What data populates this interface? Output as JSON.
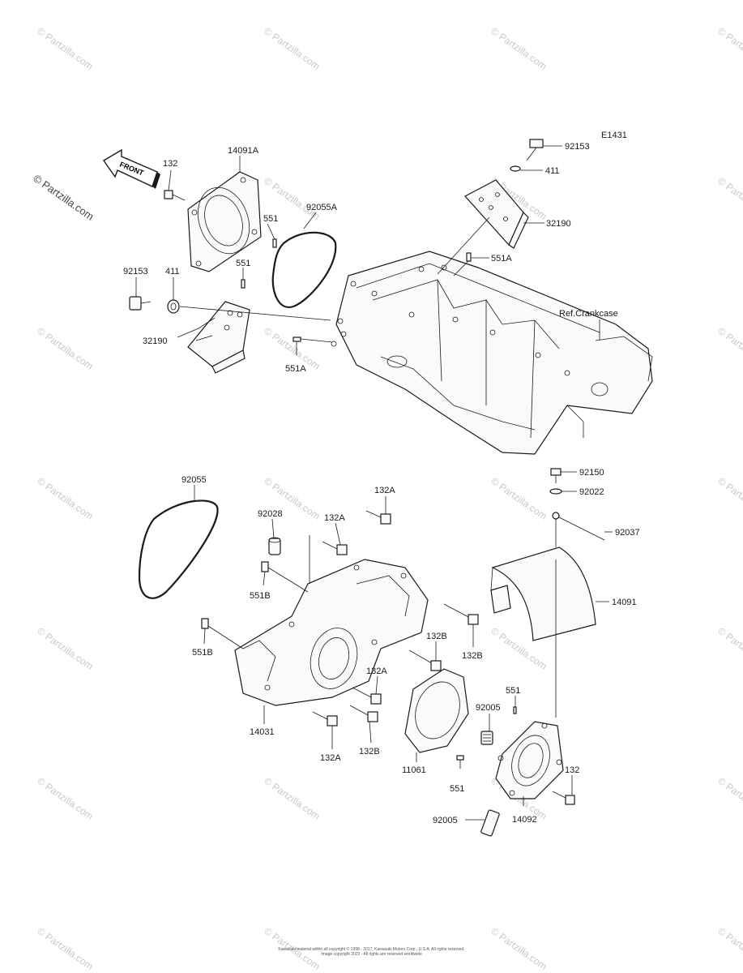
{
  "diagram_id": "E1431",
  "front_arrow_label": "FRONT",
  "ref_label": "Ref.Crankcase",
  "watermark": "© Partzilla.com",
  "labels": {
    "p132_top": "132",
    "p14091A": "14091A",
    "p551_a": "551",
    "p92055A": "92055A",
    "p551_b": "551",
    "p92153_left": "92153",
    "p411_left": "411",
    "p32190_left": "32190",
    "p551A_lower": "551A",
    "p92153_right": "92153",
    "p411_right": "411",
    "p32190_right": "32190",
    "p551A_upper": "551A",
    "p92055": "92055",
    "p92028": "92028",
    "p132A_top": "132A",
    "p132A_mid": "132A",
    "p551B_upper": "551B",
    "p551B_lower": "551B",
    "p132B_right": "132B",
    "p132B_mid": "132B",
    "p132A_lower": "132A",
    "p14031": "14031",
    "p132A_bottom": "132A",
    "p132B_bottom": "132B",
    "p11061": "11061",
    "p92150": "92150",
    "p92022": "92022",
    "p92037": "92037",
    "p14091": "14091",
    "p551_c": "551",
    "p92005_top": "92005",
    "p551_d": "551",
    "p132_right": "132",
    "p92005_bottom": "92005",
    "p14092": "14092"
  },
  "footer": {
    "line1": "Kawasaki material within all copyright © 1998 - 2017, Kawasaki Motors Corp., U.S.A. All rights reserved.",
    "line2": "Image copyright 2022 - All rights are reserved worldwide"
  }
}
